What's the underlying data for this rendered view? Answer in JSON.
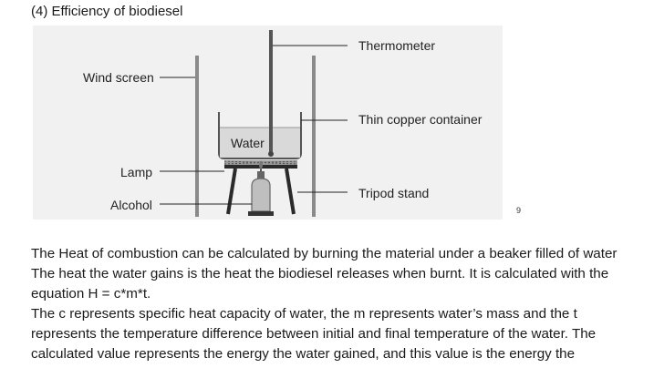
{
  "heading": "(4) Efficiency of biodiesel",
  "figure": {
    "labels": {
      "thermometer": "Thermometer",
      "wind_screen": "Wind screen",
      "thin_copper_container": "Thin copper container",
      "water": "Water",
      "lamp": "Lamp",
      "tripod_stand": "Tripod stand",
      "alcohol": "Alcohol"
    }
  },
  "footnote_mark": "9",
  "body": {
    "lines": [
      "The Heat of combustion can be calculated by burning the material under a beaker filled of water",
      "The heat the water gains is the heat the biodiesel releases when burnt. It is calculated with the",
      "equation H = c*m*t.",
      "The c represents specific heat capacity of water, the m represents water’s mass and the t",
      "represents the temperature difference between initial and final temperature of the water. The",
      "calculated value represents the energy the water gained, and this value is the energy the"
    ]
  }
}
